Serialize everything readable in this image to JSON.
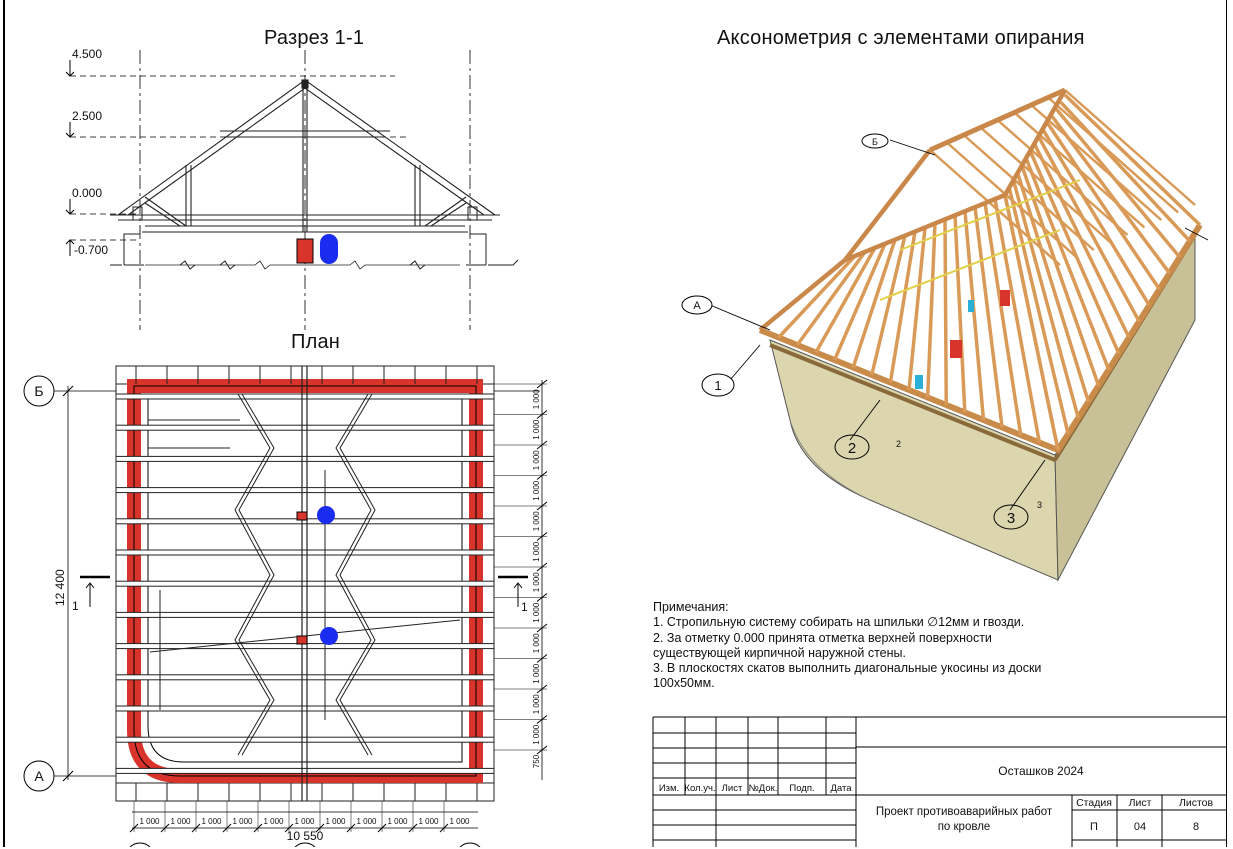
{
  "titles": {
    "section": "Разрез 1-1",
    "plan": "План",
    "axonometry": "Аксонометрия с элементами опирания"
  },
  "section_levels": [
    "4.500",
    "2.500",
    "0.000",
    "-0.700"
  ],
  "plan": {
    "axis_top": "Б",
    "axis_bottom": "А",
    "height_dim": "12 400",
    "width_dim": "10 550",
    "section_mark": "1",
    "right_dims": [
      "1 000",
      "1 000",
      "1 000",
      "1 000",
      "1 000",
      "1 000",
      "1 000",
      "1 000",
      "1 000",
      "1 000",
      "1 000",
      "1 000",
      "750"
    ],
    "bottom_dims": [
      "1 000",
      "1 000",
      "1 000",
      "1 000",
      "1 000",
      "1 000",
      "1 000",
      "1 000",
      "1 000",
      "1 000",
      "1 000"
    ]
  },
  "axo_marks": {
    "mark_b": "Б",
    "mark_a": "А",
    "mark_1": "1",
    "mark_2": "2",
    "mark_3": "3",
    "wall_2": "2",
    "wall_3": "3"
  },
  "notes": {
    "heading": "Примечания:",
    "line1": "1. Стропильную систему собирать на шпильки ∅12мм и гвозди.",
    "line2": "2. За отметку 0.000 принята отметка верхней поверхности",
    "line3": "существующей кирпичной наружной стены.",
    "line4": "3. В плоскостях скатов выполнить диагональные укосины из доски",
    "line5": "100x50мм."
  },
  "stamp": {
    "headers": [
      "Изм.",
      "Кол.уч.",
      "Лист",
      "№Док.",
      "Подп.",
      "Дата"
    ],
    "org": "Осташков 2024",
    "project_line1": "Проект противоаварийных работ",
    "project_line2": "по кровле",
    "stage_label": "Стадия",
    "sheet_label": "Лист",
    "sheets_label": "Листов",
    "stage": "П",
    "sheet": "04",
    "sheets": "8"
  },
  "colors": {
    "wall_red": "#d9342b",
    "pipe_blue": "#1a2cf0",
    "timber": "#e8b27a",
    "wall_beige": "#d9d2a8"
  }
}
